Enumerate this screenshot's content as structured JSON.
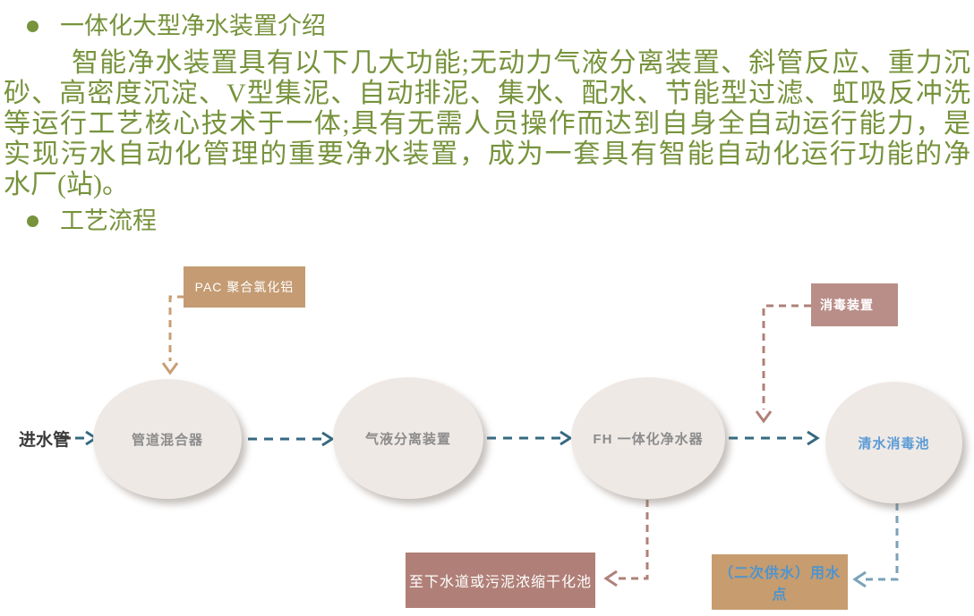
{
  "intro": {
    "bullet1": "一体化大型净水装置介绍",
    "paragraph_lines": [
      "智能净水装置具有以下几大功能;无动力气液分离装置、斜管反应、重力沉",
      "砂、高密度沉淀、V型集泥、自动排泥、集水、配水、节能型过滤、虹吸反冲洗",
      "等运行工艺核心技术于一体;具有无需人员操作而达到自身全自动运行能力，是",
      "实现污水自动化管理的重要净水装置，成为一套具有智能自动化运行功能的净",
      "水厂(站)。"
    ],
    "bullet2": "工艺流程"
  },
  "flow": {
    "inlet_label": "进水管",
    "nodes": [
      {
        "label": "管道混合器"
      },
      {
        "label": "气液分离装置"
      },
      {
        "label": "FH 一体化净水器"
      },
      {
        "label": "清水消毒池"
      }
    ],
    "tags": {
      "pac": "PAC 聚合氯化铝",
      "disinfection": "消毒装置",
      "sewer": "至下水道或污泥浓缩干化池",
      "secondary_supply": "（二次供水）用水点"
    }
  },
  "colors": {
    "text_green": "#77933C",
    "arrow_teal": "#366A80",
    "connector_tan": "#C89E74",
    "connector_rose": "#B08078",
    "connector_blue": "#7AA2B8",
    "box_tan": "#C49B72",
    "box_rose_light": "#B98E88",
    "box_rose": "#B08078",
    "box_tan_secondary": "#C79C6E",
    "ellipse_fill": "#EFE9E6",
    "ellipse_label_gray": "#8C8C8C",
    "label_blue": "#5B9BD5"
  }
}
